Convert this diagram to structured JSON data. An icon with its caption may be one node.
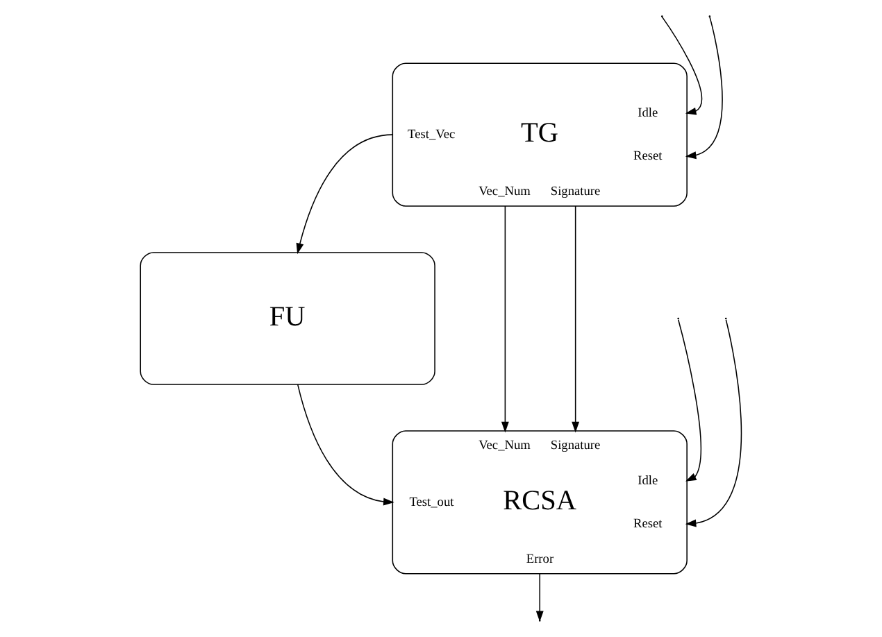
{
  "diagram": {
    "nodes": [
      {
        "text": [
          "TG",
          "Test_Vec",
          "Vec_Num",
          "Signature",
          "Idle",
          "Reset"
        ]
      },
      {
        "text": [
          "FU"
        ]
      },
      {
        "text": [
          "RCSA",
          "Vec_Num",
          "Signature",
          "Idle",
          "Reset",
          "Test_out",
          "Error"
        ]
      }
    ],
    "edges": [
      {
        "from": 0,
        "to": 1,
        "arrow": "to"
      },
      {
        "from": 1,
        "to": 2,
        "arrow": "to"
      },
      {
        "from": 0,
        "to": 2,
        "arrow": "to"
      },
      {
        "from": 0,
        "to": 2,
        "arrow": "to"
      },
      {
        "from": null,
        "to": 0,
        "arrow": "to"
      },
      {
        "from": null,
        "to": 0,
        "arrow": "to"
      },
      {
        "from": null,
        "to": 2,
        "arrow": "to"
      },
      {
        "from": null,
        "to": 2,
        "arrow": "to"
      },
      {
        "from": 2,
        "to": null,
        "arrow": "to"
      }
    ]
  }
}
